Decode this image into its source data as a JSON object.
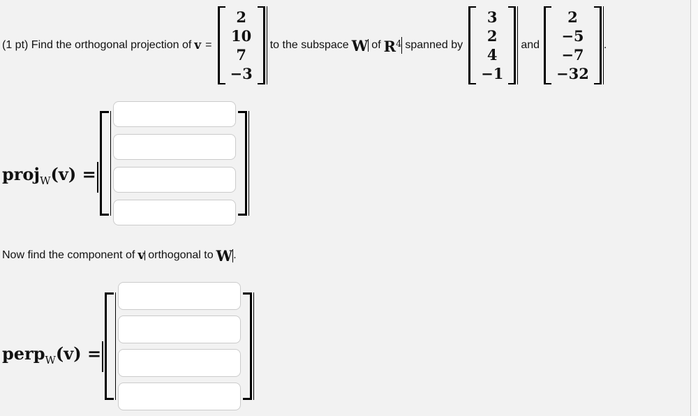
{
  "colors": {
    "background": "#f2f2f2",
    "input_border": "#cbcbcb",
    "input_fill": "#ffffff",
    "text": "#111111"
  },
  "problem": {
    "points_label": "(1 pt)",
    "intro": "Find the orthogonal projection of",
    "v_symbol": "v",
    "equals": "=",
    "vector_v": [
      "2",
      "10",
      "7",
      "−3"
    ],
    "middle_text_1": "to the subspace",
    "W_symbol": "W",
    "of_text": "of",
    "R_symbol": "R",
    "R_exponent": "4",
    "middle_text_2": "spanned by",
    "vector_w1": [
      "3",
      "2",
      "4",
      "−1"
    ],
    "and_text": "and",
    "vector_w2": [
      "2",
      "−5",
      "−7",
      "−32"
    ],
    "period": "."
  },
  "proj": {
    "label_main": "proj",
    "label_sub": "W",
    "arg_open": "(",
    "arg_v": "v",
    "arg_close": ")",
    "equals": "=",
    "inputs": [
      "",
      "",
      "",
      ""
    ]
  },
  "now_line": {
    "text_1": "Now find the component of",
    "v_symbol": "v",
    "text_2": "orthogonal to",
    "W_symbol": "W",
    "period": "."
  },
  "perp": {
    "label_main": "perp",
    "label_sub": "W",
    "arg_open": "(",
    "arg_v": "v",
    "arg_close": ")",
    "equals": "=",
    "inputs": [
      "",
      "",
      "",
      ""
    ]
  }
}
